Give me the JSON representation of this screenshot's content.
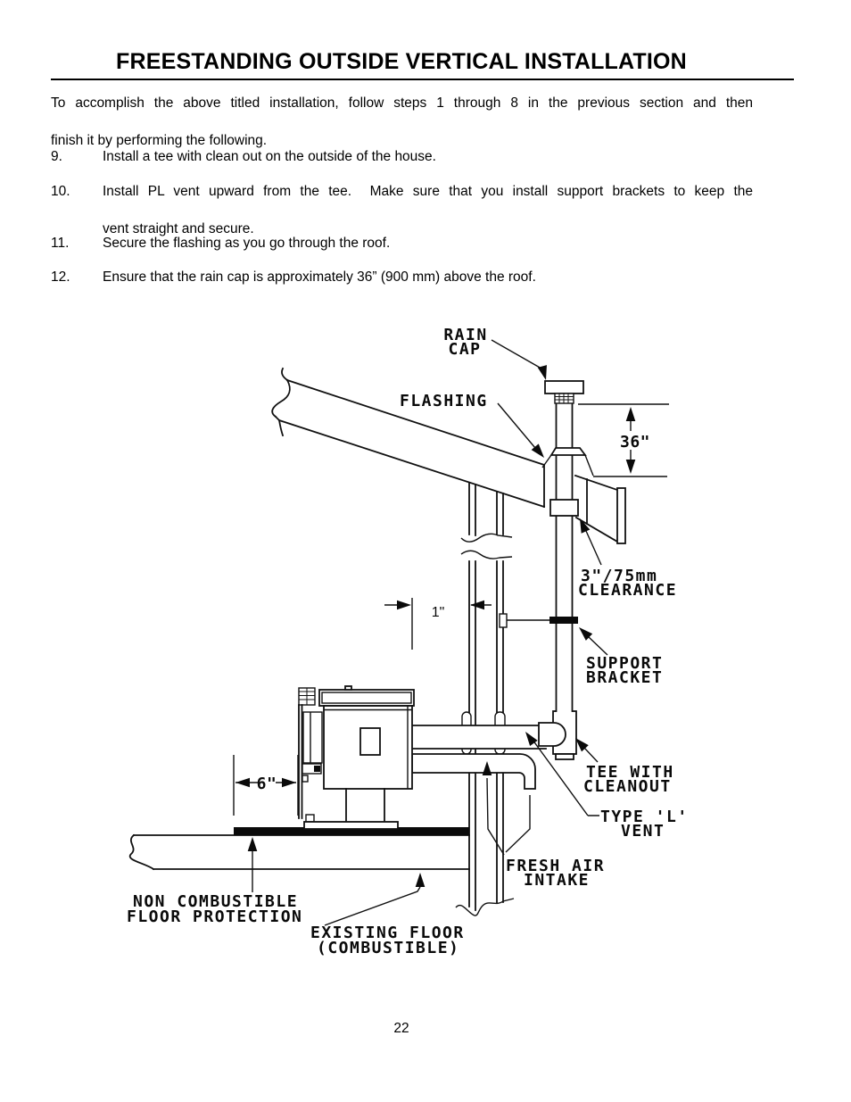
{
  "page": {
    "title": "FREESTANDING OUTSIDE VERTICAL INSTALLATION",
    "intro_line1": "To accomplish the above titled installation, follow steps 1 through 8 in the previous section and then",
    "intro_line2": "finish it by performing the following.",
    "page_number": "22"
  },
  "steps": [
    {
      "num": "9.",
      "line1": "Install a tee with clean out on the outside of the house.",
      "line2": ""
    },
    {
      "num": "10.",
      "line1": "Install PL vent upward from the tee.  Make sure that you install support brackets to keep the",
      "line2": "vent straight and secure."
    },
    {
      "num": "11.",
      "line1": "Secure the flashing as you go through the roof.",
      "line2": ""
    },
    {
      "num": "12.",
      "line1": "Ensure that the rain cap is approximately 36” (900 mm) above the roof.",
      "line2": ""
    }
  ],
  "diagram": {
    "labels": {
      "rain_cap": [
        "RAIN",
        "CAP"
      ],
      "flashing": "FLASHING",
      "dim_36": "36\"",
      "clearance": [
        "3\"/75mm",
        "CLEARANCE"
      ],
      "dim_1": "1\"",
      "support_bracket": [
        "SUPPORT",
        "BRACKET"
      ],
      "tee_cleanout": [
        "TEE WITH",
        "CLEANOUT"
      ],
      "type_l_vent": [
        "TYPE 'L'",
        "VENT"
      ],
      "dim_6": "6\"",
      "fresh_air": [
        "FRESH AIR",
        "INTAKE"
      ],
      "floor_protection": [
        "NON COMBUSTIBLE",
        "FLOOR PROTECTION"
      ],
      "existing_floor": [
        "EXISTING FLOOR",
        "(COMBUSTIBLE)"
      ]
    }
  }
}
